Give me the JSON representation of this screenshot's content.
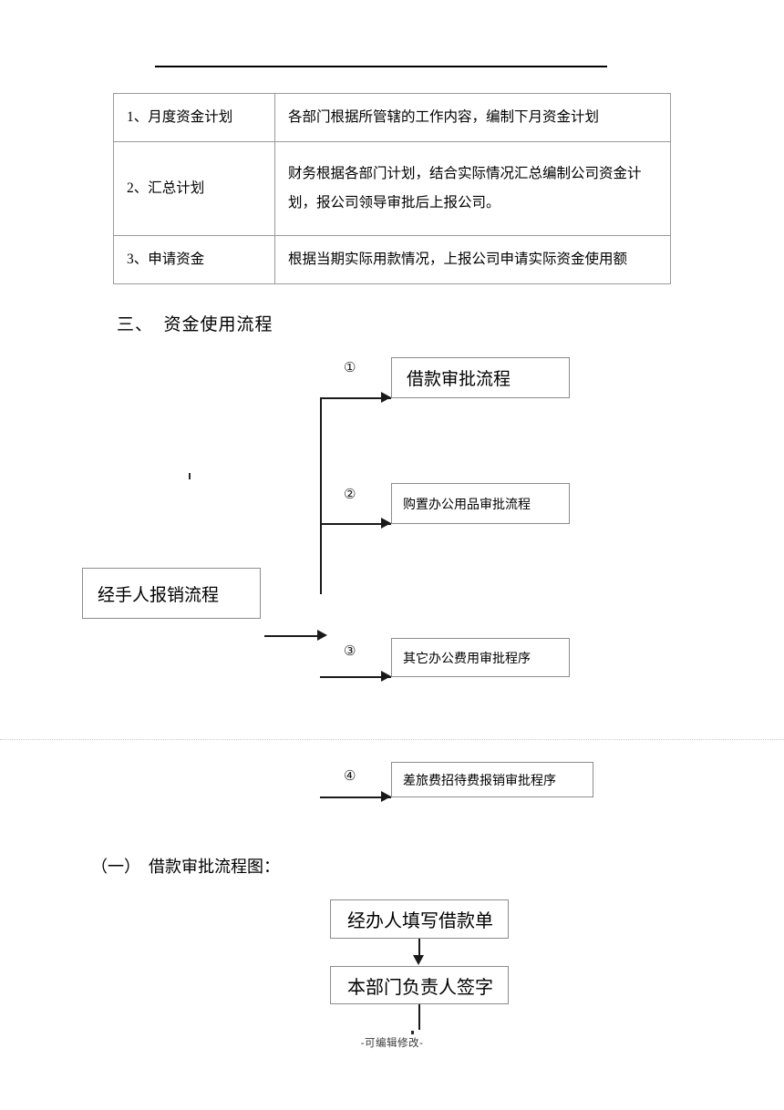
{
  "document": {
    "footer_note": "-可编辑修改-"
  },
  "table": {
    "rows": [
      {
        "label": "1、月度资金计划",
        "description": "各部门根据所管辖的工作内容，编制下月资金计划"
      },
      {
        "label": "2、汇总计划",
        "description": "财务根据各部门计划，结合实际情况汇总编制公司资金计\n划，报公司领导审批后上报公司。"
      },
      {
        "label": "3、申请资金",
        "description": "根据当期实际用款情况，上报公司申请实际资金使用额"
      }
    ]
  },
  "sections": {
    "flow_heading": "三、  资金使用流程",
    "sub_heading": "（一）  借款审批流程图："
  },
  "flowchart": {
    "source_box": "经手人报销流程",
    "branches": [
      {
        "marker": "①",
        "label": "借款审批流程"
      },
      {
        "marker": "②",
        "label": "购置办公用品审批流程"
      },
      {
        "marker": "③",
        "label": "其它办公费用审批程序"
      },
      {
        "marker": "④",
        "label": "差旅费招待费报销审批程序"
      }
    ]
  },
  "loan_flowchart": {
    "steps": [
      "经办人填写借款单",
      "本部门负责人签字"
    ]
  },
  "colors": {
    "text": "#000000",
    "line": "#1a1a1a",
    "box_border": "#8c8c8c",
    "table_border": "#9a9a9a",
    "page_break": "#c8c8c8"
  }
}
